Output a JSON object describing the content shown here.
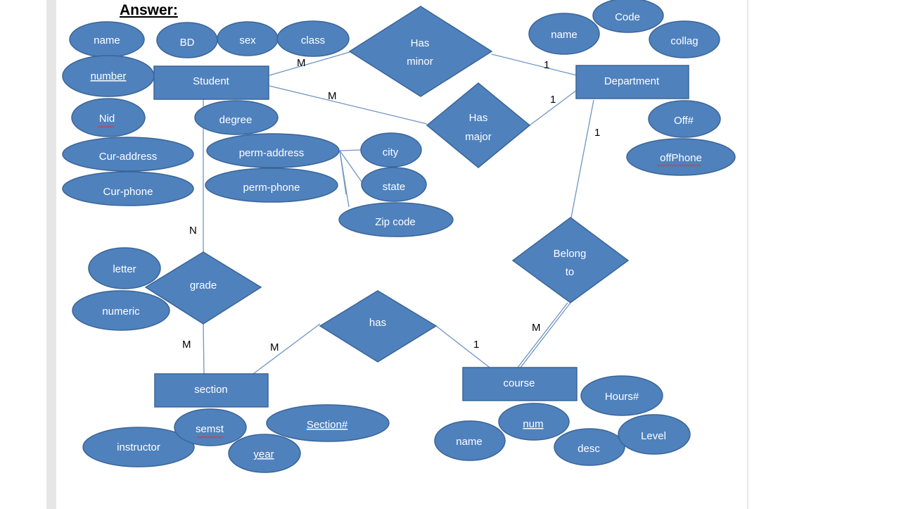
{
  "heading": "Answer:",
  "colors": {
    "fill": "#4f81bd",
    "stroke": "#3a6597",
    "line": "#6e94c4",
    "text": "#ffffff",
    "heading": "#000000"
  },
  "entities": {
    "student": "Student",
    "department": "Department",
    "section": "section",
    "course": "course"
  },
  "relationships": {
    "has_minor": [
      "Has",
      "minor"
    ],
    "has_major": [
      "Has",
      "major"
    ],
    "belong_to": [
      "Belong",
      "to"
    ],
    "grade": "grade",
    "has": "has"
  },
  "attributes": {
    "student_name": "name",
    "bd": "BD",
    "sex": "sex",
    "class": "class",
    "number": "number",
    "nid": "Nid",
    "cur_address": "Cur-address",
    "cur_phone": "Cur-phone",
    "degree": "degree",
    "perm_address": "perm-address",
    "perm_phone": "perm-phone",
    "city": "city",
    "state": "state",
    "zip_code": "Zip code",
    "dept_name": "name",
    "code": "Code",
    "collag": "collag",
    "off_no": "Off#",
    "off_phone": "offPhone",
    "letter": "letter",
    "numeric": "numeric",
    "semst": "semst",
    "instructor": "instructor",
    "year": "year",
    "section_no": "Section#",
    "hours_no": "Hours#",
    "num": "num",
    "course_name": "name",
    "desc": "desc",
    "level": "Level"
  },
  "cardinalities": {
    "student_minor": "M",
    "minor_department": "1",
    "student_major": "M",
    "major_department": "1",
    "department_belong": "1",
    "student_grade": "N",
    "grade_section": "M",
    "section_has": "M",
    "has_course": "1",
    "belong_course": "M"
  }
}
